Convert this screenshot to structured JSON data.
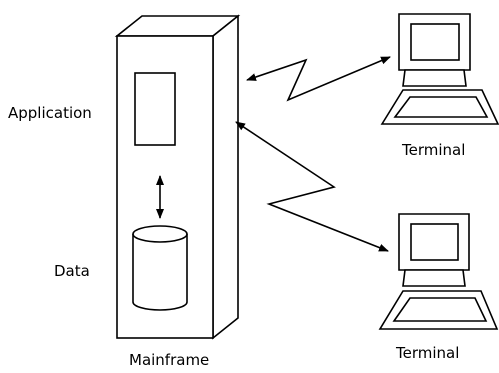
{
  "labels": {
    "application": "Application",
    "data": "Data",
    "mainframe": "Mainframe",
    "terminal_top": "Terminal",
    "terminal_bottom": "Terminal"
  }
}
